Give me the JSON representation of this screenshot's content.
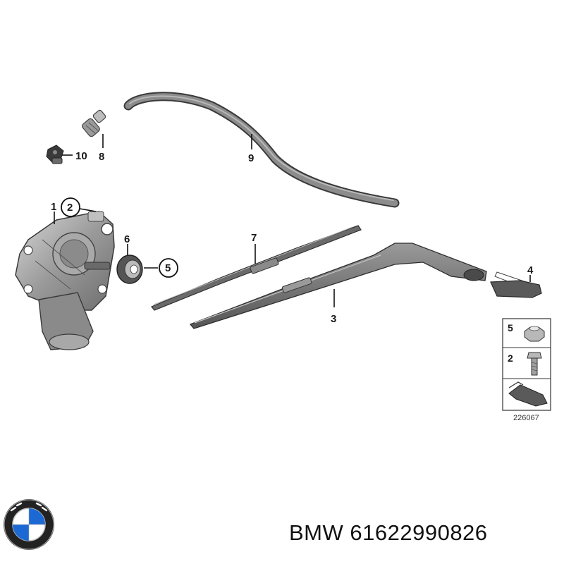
{
  "callouts": {
    "motor": "1",
    "bolt": "2",
    "wiper_arm": "3",
    "arm_cover": "4",
    "nut": "5",
    "seal": "6",
    "wiper_blade": "7",
    "nozzle": "8",
    "hose": "9",
    "clip": "10"
  },
  "legend": {
    "items": [
      "5",
      "2"
    ],
    "diagram_id": "226067"
  },
  "footer": {
    "brand": "BMW",
    "part_number": "61622990826"
  },
  "colors": {
    "part_gray": "#8a8a8a",
    "dark_gray": "#555555",
    "light_gray": "#c8c8c8",
    "bmw_blue": "#1c69d4",
    "logo_ring": "#222222"
  }
}
